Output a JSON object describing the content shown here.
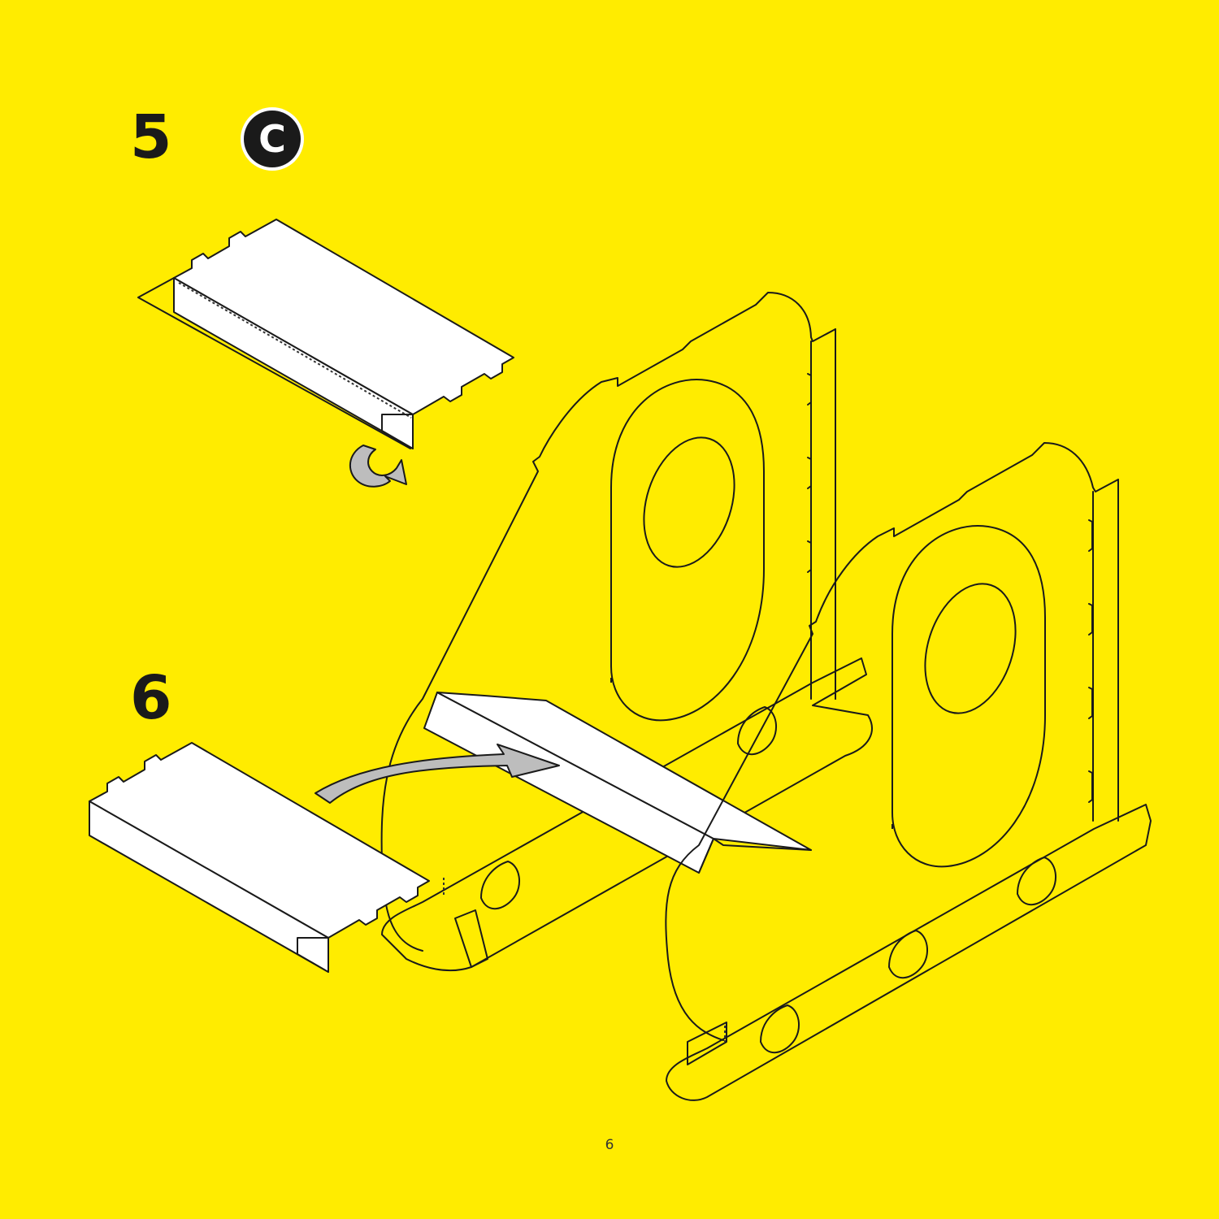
{
  "steps": [
    {
      "number": "5",
      "part_label": "C"
    },
    {
      "number": "6"
    }
  ],
  "page_number": "6",
  "colors": {
    "background": "#FFEC00",
    "line": "#1a1a1a",
    "panel": "#ffffff",
    "arrow": "#bdbdbd"
  },
  "icons": [
    "fold-under-arrow-icon",
    "insert-arrow-icon",
    "part-c-badge"
  ]
}
